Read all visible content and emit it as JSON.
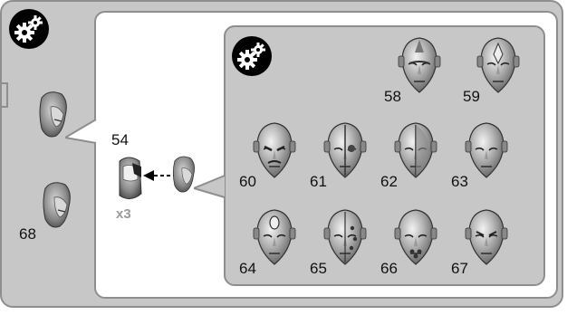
{
  "left_parts": [
    {
      "id": "hooded-head-top"
    },
    {
      "id": "hooded-head-68",
      "number": "68"
    }
  ],
  "assembly": {
    "number": "54",
    "quantity": "x3"
  },
  "option_heads": [
    {
      "number": "58",
      "variant": "crest"
    },
    {
      "number": "59",
      "variant": "gem"
    },
    {
      "number": "60",
      "variant": "snarl"
    },
    {
      "number": "61",
      "variant": "split-cyborg"
    },
    {
      "number": "62",
      "variant": "split-plain"
    },
    {
      "number": "63",
      "variant": "plain"
    },
    {
      "number": "64",
      "variant": "oval-gem"
    },
    {
      "number": "65",
      "variant": "studded"
    },
    {
      "number": "66",
      "variant": "vented"
    },
    {
      "number": "67",
      "variant": "stern"
    }
  ],
  "colors": {
    "panel_grey": "#c7c7c7",
    "border": "#8e8e8e",
    "metal": "#9c9c9c"
  }
}
